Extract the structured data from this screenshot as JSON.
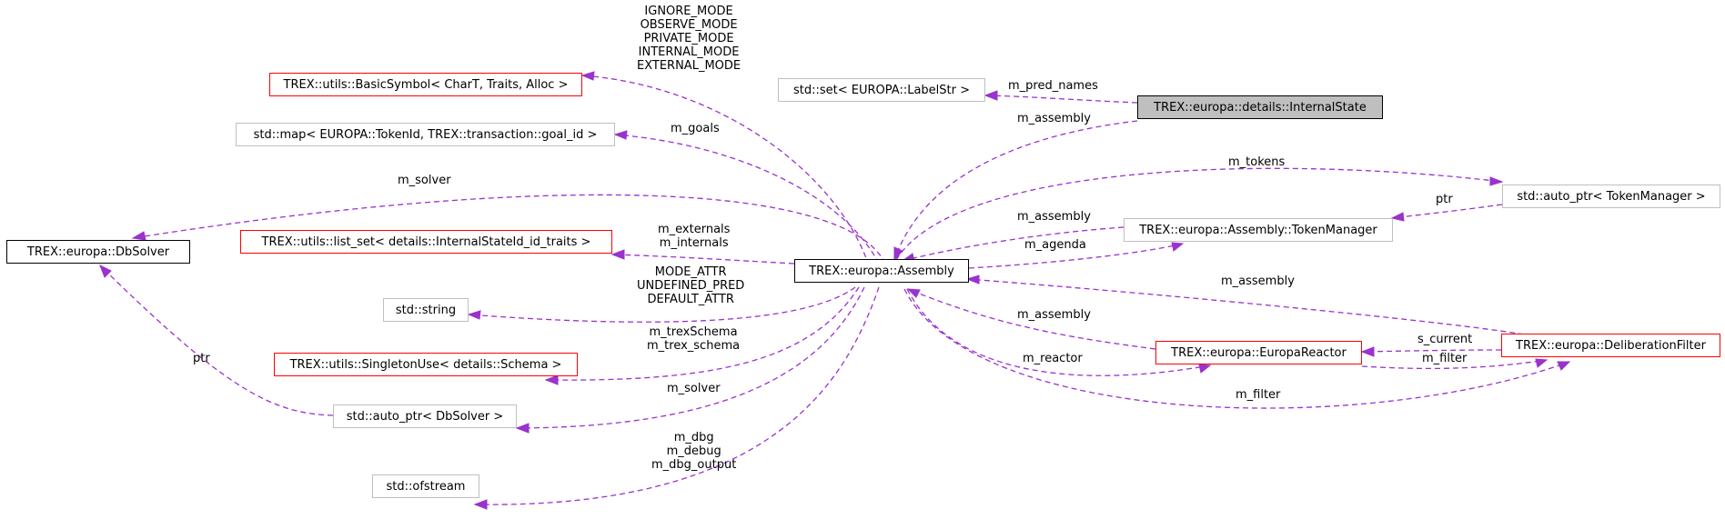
{
  "nodes": {
    "internal_state": "TREX::europa::details::InternalState",
    "label_str_set": "std::set< EUROPA::LabelStr >",
    "basic_symbol": "TREX::utils::BasicSymbol< CharT, Traits, Alloc >",
    "goal_map": "std::map< EUROPA::TokenId, TREX::transaction::goal_id >",
    "db_solver": "TREX::europa::DbSolver",
    "list_set": "TREX::utils::list_set< details::InternalStateId_id_traits >",
    "assembly": "TREX::europa::Assembly",
    "string": "std::string",
    "singleton_use": "TREX::utils::SingletonUse< details::Schema >",
    "auto_ptr_dbsolver": "std::auto_ptr< DbSolver >",
    "ofstream": "std::ofstream",
    "token_manager": "TREX::europa::Assembly::TokenManager",
    "auto_ptr_token_manager": "std::auto_ptr< TokenManager >",
    "europa_reactor": "TREX::europa::EuropaReactor",
    "deliberation_filter": "TREX::europa::DeliberationFilter"
  },
  "edge_labels": {
    "modes": [
      "IGNORE_MODE",
      "OBSERVE_MODE",
      "PRIVATE_MODE",
      "INTERNAL_MODE",
      "EXTERNAL_MODE"
    ],
    "m_pred_names": "m_pred_names",
    "m_assembly_internal_state": "m_assembly",
    "m_goals": "m_goals",
    "m_solver_db": "m_solver",
    "m_tokens": "m_tokens",
    "list_set_members": [
      "m_externals",
      "m_internals"
    ],
    "m_assembly_token_manager": "m_assembly",
    "ptr_token_manager": "ptr",
    "m_agenda": "m_agenda",
    "string_members": [
      "MODE_ATTR",
      "UNDEFINED_PRED",
      "DEFAULT_ATTR"
    ],
    "m_assembly_filter": "m_assembly",
    "schema_members": [
      "m_trexSchema",
      "m_trex_schema"
    ],
    "m_assembly_reactor": "m_assembly",
    "ptr_dbsolver": "ptr",
    "m_reactor": "m_reactor",
    "s_current": "s_current",
    "m_filter_reactor": "m_filter",
    "m_solver_auto": "m_solver",
    "m_filter_assembly": "m_filter",
    "ofstream_members": [
      "m_dbg",
      "m_debug",
      "m_dbg_output"
    ]
  },
  "colors": {
    "edge": "#9a32cd",
    "border_black": "#000000",
    "border_red": "#ff0000",
    "border_grey": "#bfbfbf",
    "highlight_fill": "#bfbfbf"
  }
}
